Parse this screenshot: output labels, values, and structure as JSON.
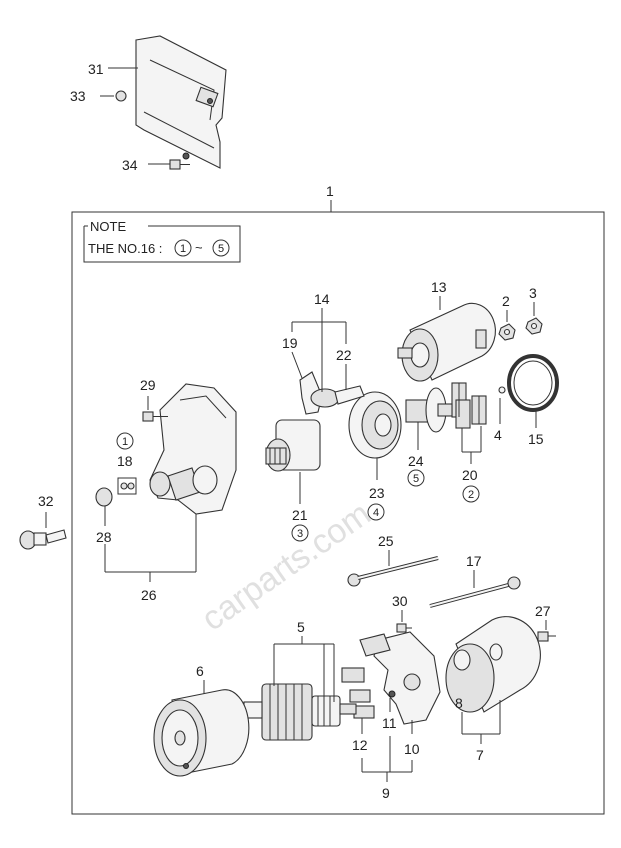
{
  "watermark": "carparts.com",
  "note": {
    "title": "NOTE",
    "text_prefix": "THE NO.16 :",
    "range_start": "1",
    "range_sep": "~",
    "range_end": "5"
  },
  "labels": {
    "p1": "1",
    "p2": "2",
    "p3": "3",
    "p4": "4",
    "p5": "5",
    "p6": "6",
    "p7": "7",
    "p8": "8",
    "p9": "9",
    "p10": "10",
    "p11": "11",
    "p12": "12",
    "p13": "13",
    "p14": "14",
    "p15": "15",
    "p17": "17",
    "p18": "18",
    "p19": "19",
    "p20": "20",
    "p21": "21",
    "p22": "22",
    "p23": "23",
    "p24": "24",
    "p25": "25",
    "p26": "26",
    "p27": "27",
    "p28": "28",
    "p29": "29",
    "p30": "30",
    "p31": "31",
    "p32": "32",
    "p33": "33",
    "p34": "34"
  },
  "circled": {
    "c1": "1",
    "c2": "2",
    "c3": "3",
    "c4": "4",
    "c5": "5"
  }
}
